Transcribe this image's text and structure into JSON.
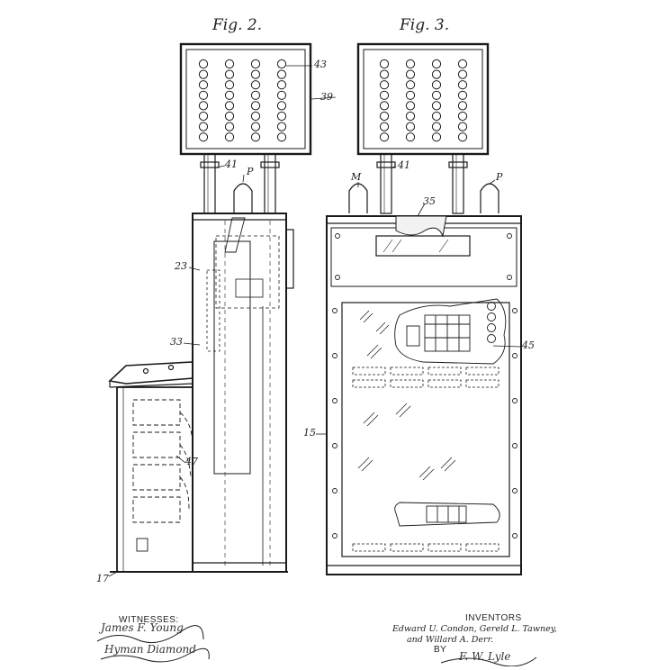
{
  "figures": {
    "fig2": {
      "title": "Fig. 2."
    },
    "fig3": {
      "title": "Fig. 3."
    }
  },
  "reference_numerals": {
    "r43": "43",
    "r39": "39",
    "r41a": "41",
    "r41b": "41",
    "pa": "P",
    "pb": "P",
    "m": "M",
    "r35": "35",
    "r23": "23",
    "r33": "33",
    "r45": "45",
    "r15": "15",
    "r47": "47",
    "r17": "17"
  },
  "footer": {
    "witnesses_label": "WITNESSES:",
    "witness_1": "James F. Young",
    "witness_2": "Hyman Diamond",
    "inventors_label": "INVENTORS",
    "inventors_line1": "Edward U. Condon, Gereld L. Tawney,",
    "inventors_line2": "and Willard A. Derr.",
    "by_label": "BY",
    "attorney_signature": "F. W. Lyle"
  },
  "colors": {
    "ink": "#1a1a1a",
    "paper": "#ffffff"
  }
}
